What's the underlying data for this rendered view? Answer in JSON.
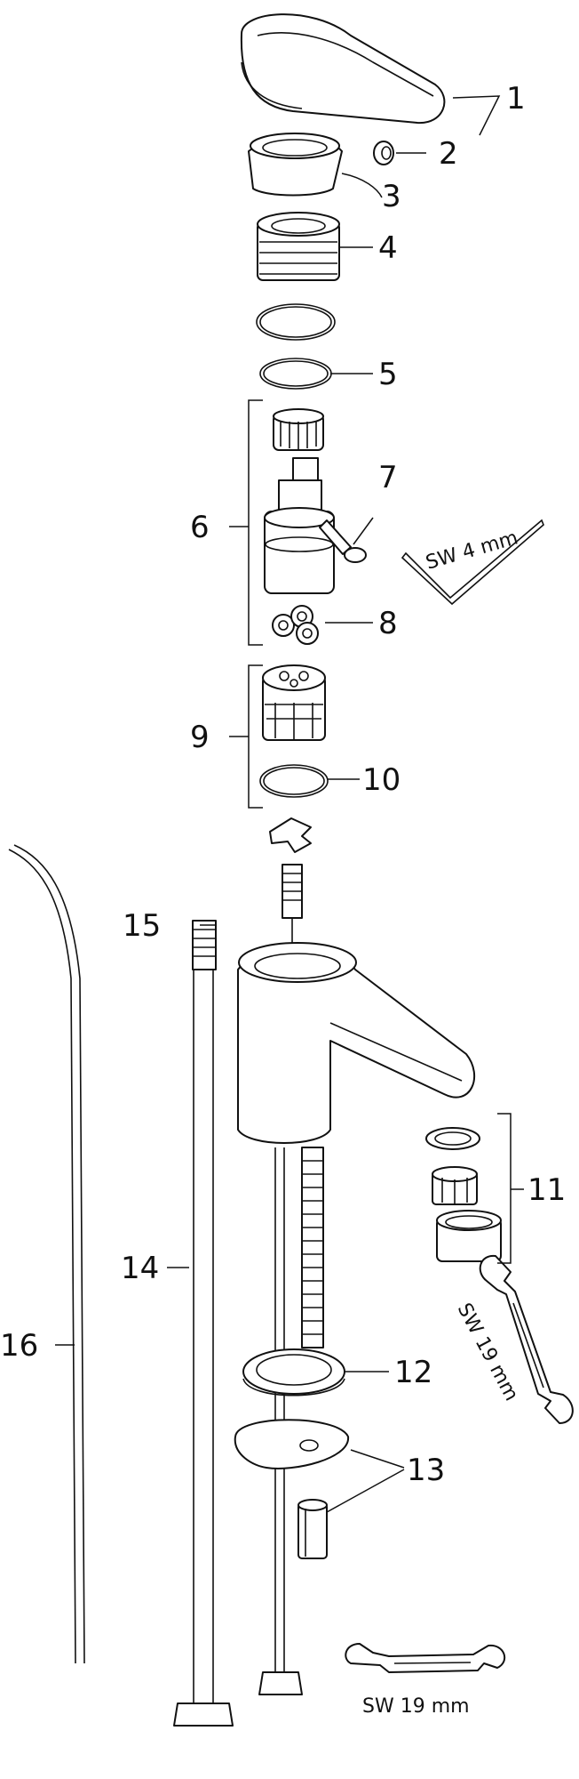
{
  "callouts": {
    "c1": "1",
    "c2": "2",
    "c3": "3",
    "c4": "4",
    "c5": "5",
    "c6": "6",
    "c7": "7",
    "c8": "8",
    "c9": "9",
    "c10": "10",
    "c11": "11",
    "c12": "12",
    "c13": "13",
    "c14": "14",
    "c15": "15",
    "c16": "16"
  },
  "tools": {
    "hex_key": "SW 4 mm",
    "wrench_aerator": "SW 19 mm",
    "wrench_bottom": "SW 19 mm"
  }
}
